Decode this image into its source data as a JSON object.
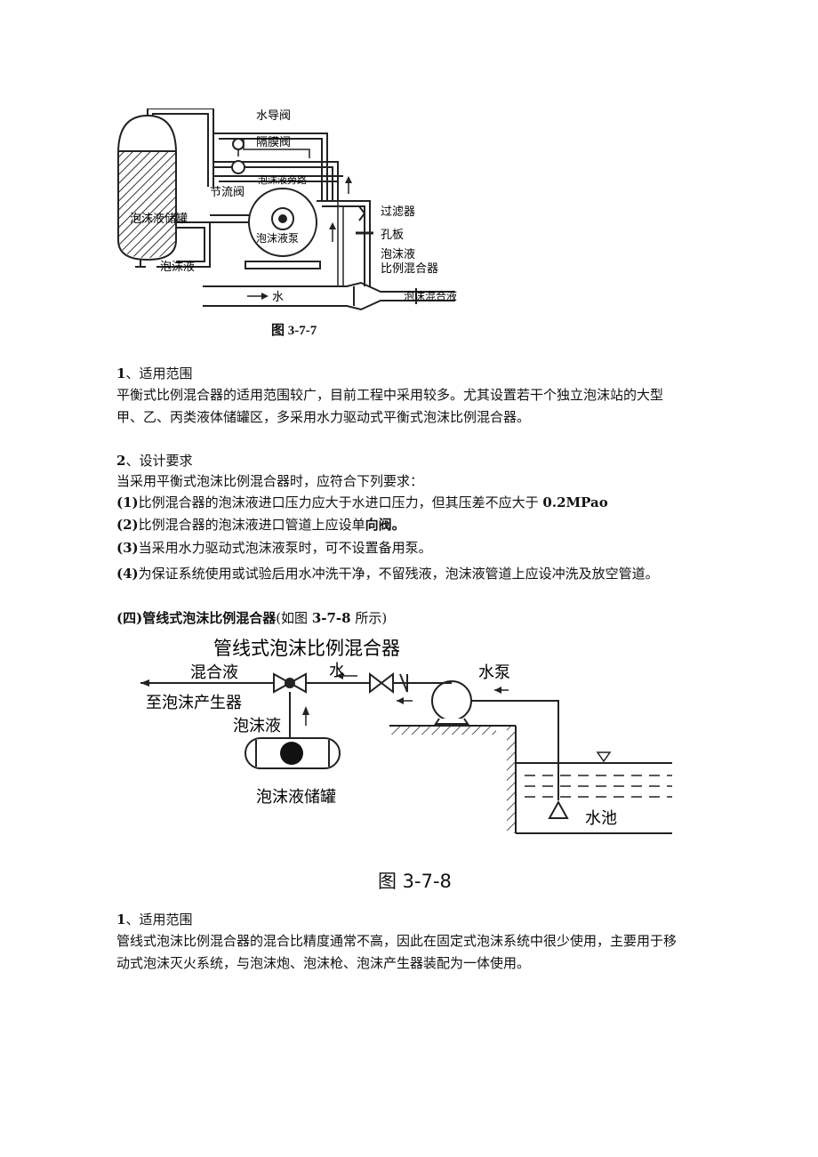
{
  "fig1": {
    "labels": {
      "water_guide_valve": "水导阀",
      "diaphragm_valve": "隔膜阀",
      "throttle_valve": "节流阀",
      "foam_bypass": "泡沫液旁路",
      "foam_tank": "泡沫液储罐",
      "foam_pump": "泡沫液泵",
      "filter": "过滤器",
      "orifice": "孔板",
      "foam_liquid": "泡沫液",
      "foam_liquid2": "泡沫液",
      "proportioner": "比例混合器",
      "water": "水",
      "mixed_liquid": "泡沫混合液"
    },
    "caption": "图 3-7-7"
  },
  "sec1": {
    "heading_num": "1",
    "heading_text": "、适用范围",
    "para_line1": "平衡式比例混合器的适用范围较广，目前工程中采用较多。尤其设置若干个独立泡沫站的大型",
    "para_line2": "甲、乙、丙类液体储罐区，多采用水力驱动式平衡式泡沫比例混合器。"
  },
  "sec2": {
    "heading_num": "2",
    "heading_text": "、设计要求",
    "intro": "当采用平衡式泡沫比例混合器时，应符合下列要求：",
    "items": [
      {
        "num": "(1)",
        "text": "比例混合器的泡沫液进口压力应大于水进口压力，但其压差不应大于 ",
        "bold_tail": "0.2MPao"
      },
      {
        "num": "(2)",
        "text": "比例混合器的泡沫液进口管道上应设单",
        "bold_tail": "向阀。"
      },
      {
        "num": "(3)",
        "text": "当采用水力驱动式泡沫液泵时，可不设置备用泵。",
        "bold_tail": ""
      },
      {
        "num": "(4)",
        "text": "为保证系统使用或试验后用水冲洗干净，不留残液，泡沫液管道上应设冲洗及放空管道。",
        "bold_tail": ""
      }
    ]
  },
  "sec4": {
    "heading_bold": "(四)管线式泡沫比例混合器",
    "heading_rest_a": "(如图 ",
    "heading_ref": "3-7-8",
    "heading_rest_b": " 所示)"
  },
  "fig2": {
    "labels": {
      "title": "管线式泡沫比例混合器",
      "mixed": "混合液",
      "to_generator": "至泡沫产生器",
      "water": "水",
      "pump": "水泵",
      "foam_liquid": "泡沫液",
      "tank": "泡沫液储罐",
      "pool": "水池"
    },
    "caption": "图 3-7-8"
  },
  "sec5": {
    "heading_num": "1",
    "heading_text": "、适用范围",
    "para_line1": "管线式泡沫比例混合器的混合比精度通常不高，因此在固定式泡沫系统中很少使用，主要用于移",
    "para_line2": "动式泡沫灭火系统，与泡沫炮、泡沫枪、泡沫产生器装配为一体使用。"
  }
}
